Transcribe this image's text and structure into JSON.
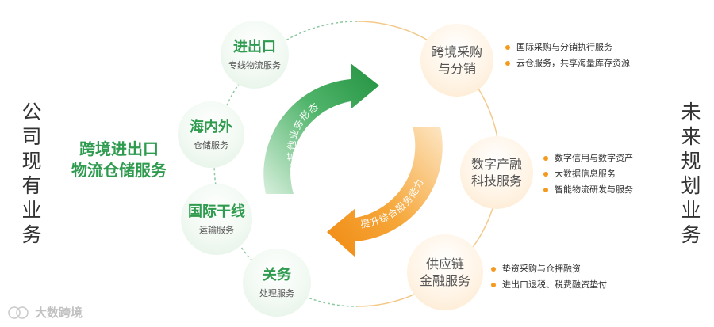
{
  "left_title": "公司现有业务",
  "right_title": "未来规划业务",
  "core_service": [
    "跨境进出口",
    "物流仓储服务"
  ],
  "existing_services": [
    {
      "title": "进出口",
      "subtitle": "专线物流服务"
    },
    {
      "title": "海内外",
      "subtitle": "仓储服务"
    },
    {
      "title": "国际干线",
      "subtitle": "运输服务"
    },
    {
      "title": "关务",
      "subtitle": "处理服务"
    }
  ],
  "cycle_arrows": {
    "green_label": "衍生其他业务形态",
    "orange_label": "提升综合服务能力"
  },
  "future_services": [
    {
      "title_lines": [
        "跨境采购",
        "与分销"
      ],
      "bullets": [
        "国际采购与分销执行服务",
        "云仓服务，共享海量库存资源"
      ]
    },
    {
      "title_lines": [
        "数字产融",
        "科技服务"
      ],
      "bullets": [
        "数字信用与数字资产",
        "大数据信息服务",
        "智能物流研发与服务"
      ]
    },
    {
      "title_lines": [
        "供应链",
        "金融服务"
      ],
      "bullets": [
        "垫资采购与仓押融资",
        "进出口退税、税费融资垫付"
      ]
    }
  ],
  "watermark": "大数跨境",
  "colors": {
    "green": "#2e9b4f",
    "orange": "#f39a1f",
    "green_line": "#8cc9a0",
    "orange_line": "#f3c98a"
  }
}
